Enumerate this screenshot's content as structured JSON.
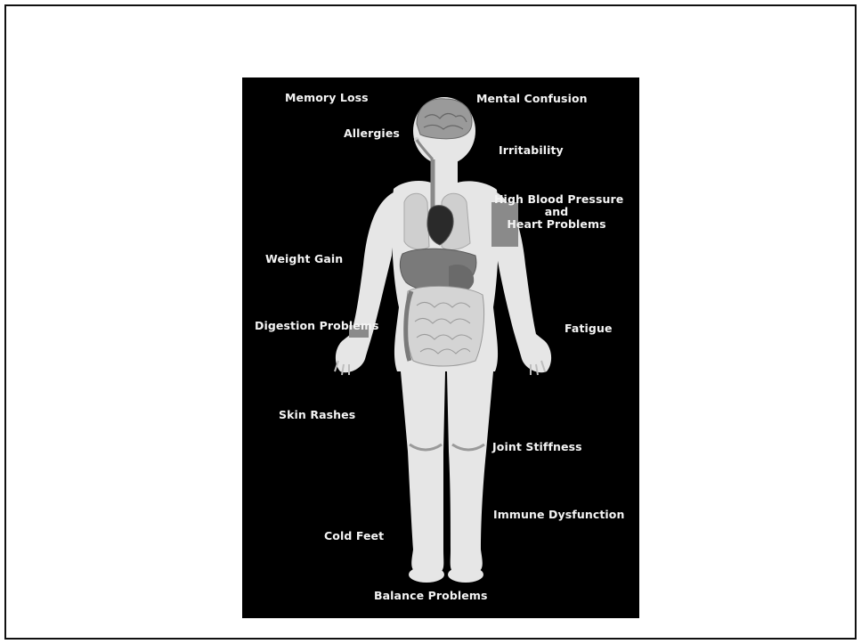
{
  "symptoms": {
    "memory_loss": "Memory Loss",
    "mental_confusion": "Mental Confusion",
    "allergies": "Allergies",
    "irritability": "Irritability",
    "high_blood_pressure": [
      "High Blood Pressure",
      "and",
      "Heart Problems"
    ],
    "weight_gain": "Weight Gain",
    "digestion_problems": "Digestion Problems",
    "fatigue": "Fatigue",
    "skin_rashes": "Skin Rashes",
    "joint_stiffness": "Joint Stiffness",
    "immune_dysfunction": "Immune Dysfunction",
    "cold_feet": "Cold Feet",
    "balance_problems": "Balance Problems"
  },
  "colors": {
    "background": "#000000",
    "body": "#e6e6e6",
    "organs": "#7a7a7a",
    "heart": "#2a2a2a",
    "label_text": "#f4f4f4"
  }
}
